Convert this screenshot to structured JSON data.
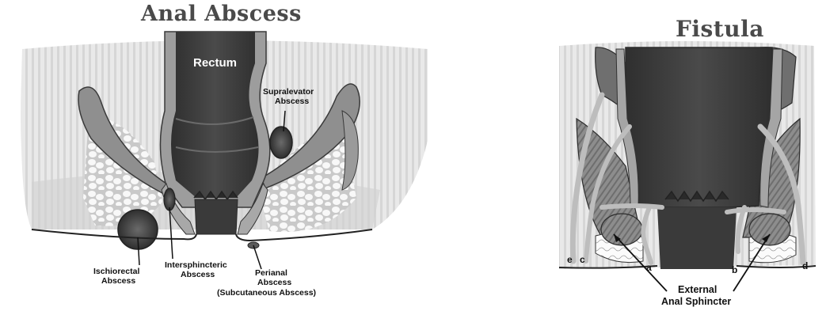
{
  "left_panel": {
    "title": "Anal Abscess",
    "labels": {
      "rectum": "Rectum",
      "supralevator_1": "Supralevator",
      "supralevator_2": "Abscess",
      "ischiorectal_1": "Ischiorectal",
      "ischiorectal_2": "Abscess",
      "intersphincteric_1": "Intersphincteric",
      "intersphincteric_2": "Abscess",
      "perianal_1": "Perianal",
      "perianal_2": "Abscess",
      "perianal_3": "(Subcutaneous Abscess)"
    }
  },
  "right_panel": {
    "title": "Fistula",
    "labels": {
      "e": "e",
      "c": "c",
      "a": "a",
      "b": "b",
      "d": "d",
      "external_1": "External",
      "external_2": "Anal Sphincter"
    }
  },
  "colors": {
    "background": "#ffffff",
    "tissue_light": "#e6e6e6",
    "tissue_stripe": "#d4d4d4",
    "rectum_dark": "#3c3c3c",
    "muscle_mid": "#8a8a8a",
    "abscess_dark": "#4a4a4a",
    "fat_white": "#f7f7f7",
    "fistula_track": "#bdbdbd",
    "title_gray": "#4a4a4a"
  }
}
